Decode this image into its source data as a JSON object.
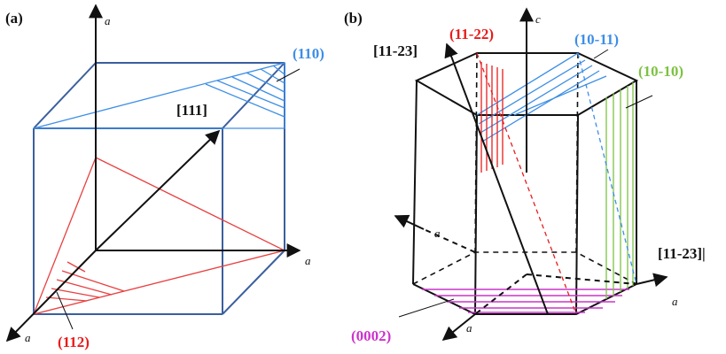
{
  "panel_a": {
    "label": "(a)",
    "axis_top": "a",
    "axis_right": "a",
    "axis_front": "a",
    "direction": "[111]",
    "plane_110": "(110)",
    "plane_112": "(112)"
  },
  "panel_b": {
    "label": "(b)",
    "axis_c": "c",
    "axis_left": "a",
    "axis_right": "a",
    "axis_front": "a",
    "direction_left": "[11-23]",
    "direction_right": "[11-23]|",
    "plane_11_22": "(11-22)",
    "plane_10_11": "(10-11)",
    "plane_10_10": "(10-10)",
    "plane_0002": "(0002)"
  },
  "colors": {
    "cube_edge": "#3b5f9e",
    "axis": "#111111",
    "plane_110": "#3d8ee6",
    "plane_112": "#e84040",
    "plane_11_22": "#e81c1c",
    "plane_10_11": "#3d8ee6",
    "plane_10_10": "#7cc242",
    "plane_0002": "#cc33cc"
  }
}
